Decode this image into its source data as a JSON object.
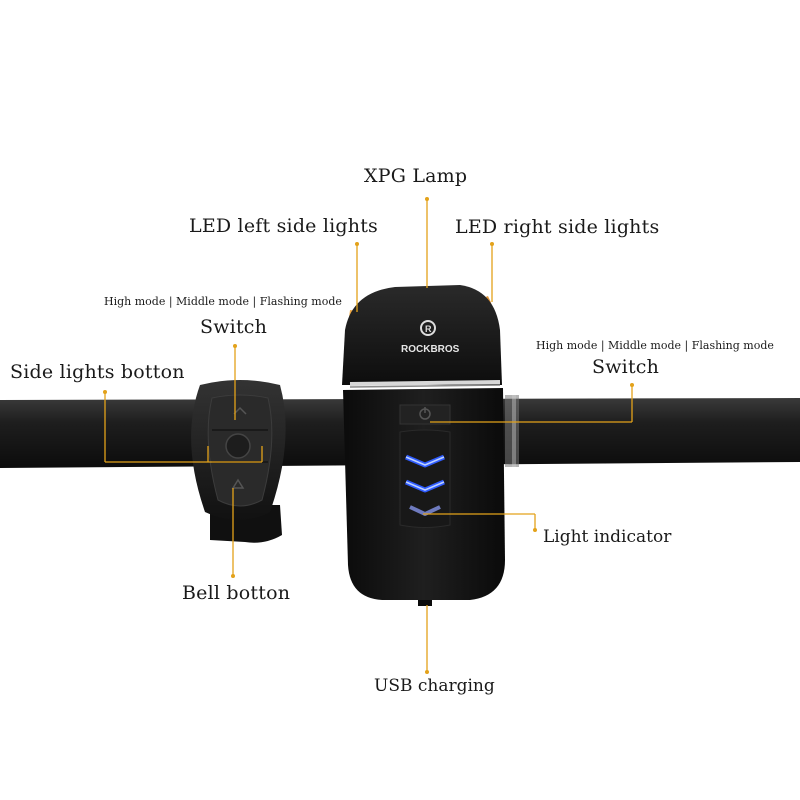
{
  "labels": {
    "xpg_lamp": "XPG Lamp",
    "led_left": "LED left side lights",
    "led_right": "LED right side lights",
    "modes_left": "High mode |    Middle mode | Flashing mode",
    "switch_left": "Switch",
    "side_lights_button": "Side lights botton",
    "modes_right": "High mode |    Middle mode | Flashing mode",
    "switch_right": "Switch",
    "light_indicator": "Light indicator",
    "bell_button": "Bell botton",
    "usb_charging": "USB charging"
  },
  "brand": {
    "name": "ROCKBROS"
  },
  "colors": {
    "leader": "#e3a21a",
    "led_blue": "#2f5cff",
    "side_light": "#e08a1e",
    "body": "#131313",
    "handlebar": "#1c1c1c"
  }
}
